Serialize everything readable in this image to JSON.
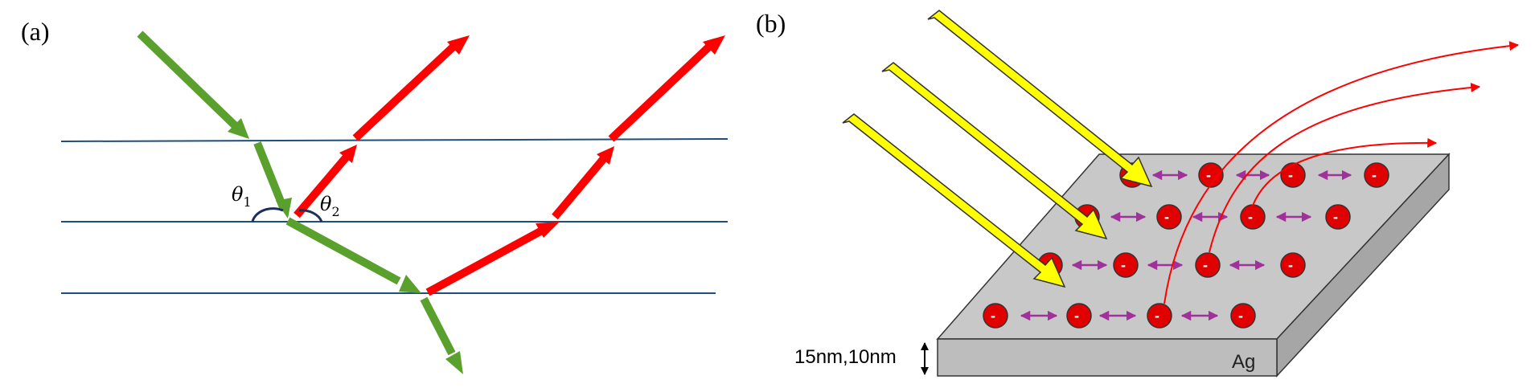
{
  "panel_a": {
    "label": "(a)",
    "theta1": {
      "symbol": "θ",
      "sub": "1"
    },
    "theta2": {
      "symbol": "θ",
      "sub": "2"
    }
  },
  "panel_b": {
    "label": "(b)",
    "thickness_label": "15nm,10nm",
    "material_label": "Ag",
    "electron_symbol": "-"
  },
  "colors": {
    "incident": "#5aa02c",
    "reflected": "#ff0000",
    "layer_line": "#1f4e79",
    "light": "#ffff00",
    "slab_top": "#c8c8c8",
    "slab_side": "#a6a6a6",
    "electron": "#e00000",
    "oscillation": "#a0309a"
  }
}
